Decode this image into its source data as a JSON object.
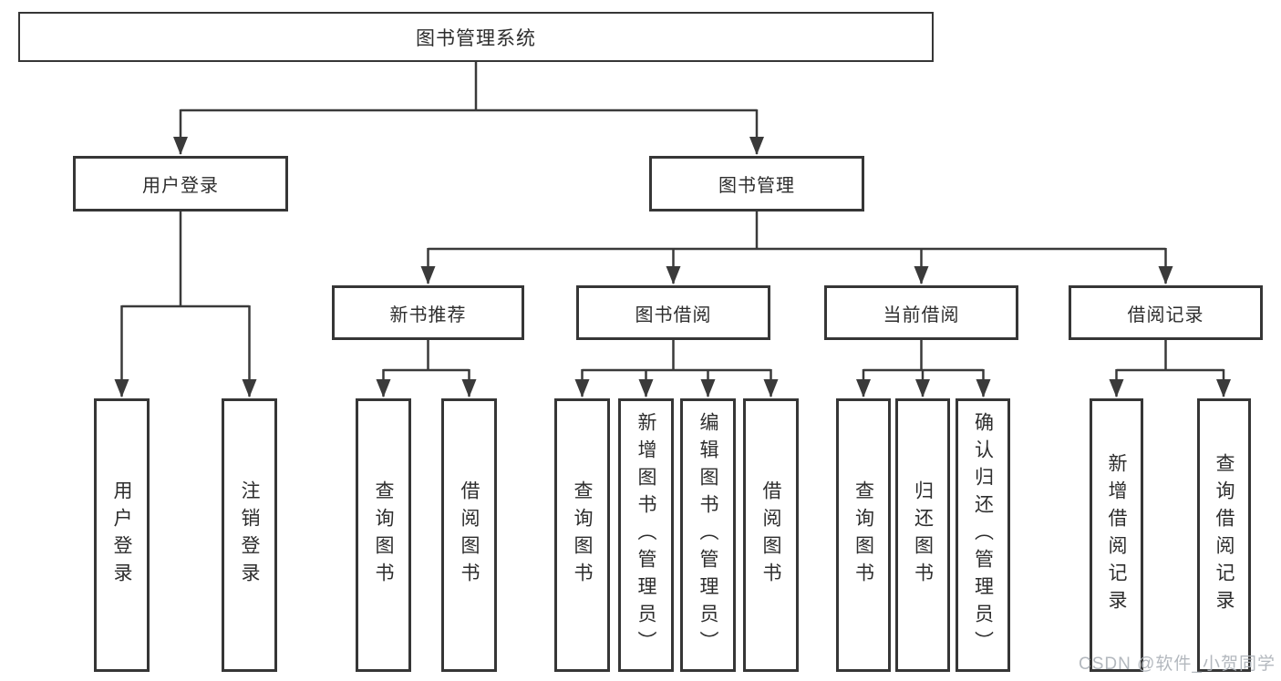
{
  "colors": {
    "line": "#3a3a3a",
    "box_border": "#363636",
    "box_background": "#ffffff",
    "text": "#2d2d2d",
    "watermark": "#aeb4bb"
  },
  "diagram": {
    "root": {
      "label": "图书管理系统"
    },
    "level2": [
      {
        "id": "user-login",
        "label": "用户登录",
        "parent": "图书管理系统"
      },
      {
        "id": "book-management",
        "label": "图书管理",
        "parent": "图书管理系统"
      }
    ],
    "level3": [
      {
        "id": "new-book-recommend",
        "label": "新书推荐",
        "parent": "图书管理"
      },
      {
        "id": "book-borrowing",
        "label": "图书借阅",
        "parent": "图书管理"
      },
      {
        "id": "current-borrowing",
        "label": "当前借阅",
        "parent": "图书管理"
      },
      {
        "id": "borrowing-records",
        "label": "借阅记录",
        "parent": "图书管理"
      }
    ],
    "leaves": [
      {
        "label": "用户登录",
        "parent": "用户登录"
      },
      {
        "label": "注销登录",
        "parent": "用户登录"
      },
      {
        "label": "查询图书",
        "parent": "新书推荐"
      },
      {
        "label": "借阅图书",
        "parent": "新书推荐"
      },
      {
        "label": "查询图书",
        "parent": "图书借阅"
      },
      {
        "label": "新增图书（管理员）",
        "parent": "图书借阅"
      },
      {
        "label": "编辑图书（管理员）",
        "parent": "图书借阅"
      },
      {
        "label": "借阅图书",
        "parent": "图书借阅"
      },
      {
        "label": "查询图书",
        "parent": "当前借阅"
      },
      {
        "label": "归还图书",
        "parent": "当前借阅"
      },
      {
        "label": "确认归还（管理员）",
        "parent": "当前借阅"
      },
      {
        "label": "新增借阅记录",
        "parent": "借阅记录"
      },
      {
        "label": "查询借阅记录",
        "parent": "借阅记录"
      }
    ]
  },
  "watermark": {
    "text": "CSDN @软件_小贺同学"
  }
}
